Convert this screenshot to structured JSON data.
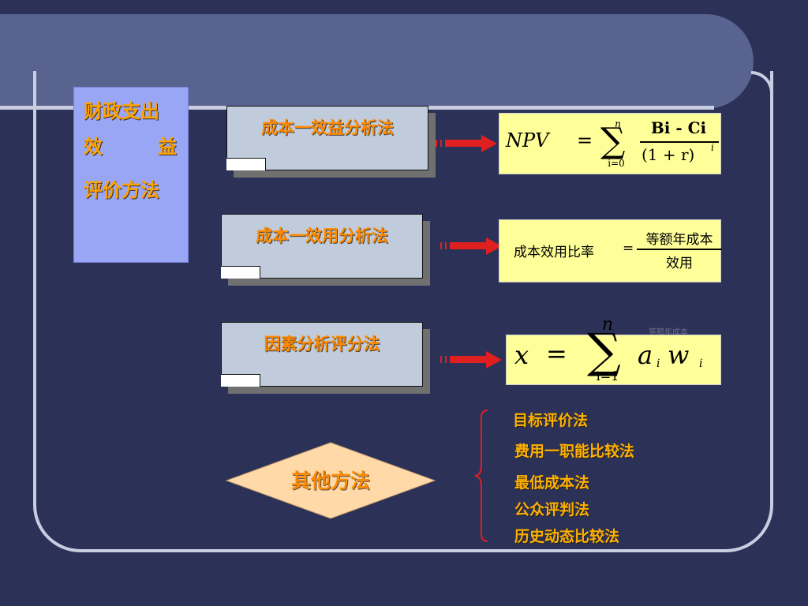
{
  "title": {
    "line1": "财政支出",
    "line2_left": "效",
    "line2_right": "益",
    "line3": "评价方法"
  },
  "methods": [
    {
      "label": "成本一效益分析法"
    },
    {
      "label": "成本一效用分析法"
    },
    {
      "label": "因素分析评分法"
    }
  ],
  "formulas": {
    "npv": {
      "lhs": "NPV",
      "eq": "=",
      "sum_upper": "n",
      "sum_lower": "i=0",
      "numerator": "Bi - Ci",
      "denominator": "(1 + r)",
      "exponent": "i"
    },
    "cost_utility": {
      "lhs": "成本效用比率",
      "eq": "=",
      "numerator": "等额年成本",
      "denominator": "效用"
    },
    "factor": {
      "lhs": "x",
      "eq": "=",
      "sum_upper": "n",
      "sum_lower": "i=1",
      "term_a": "a",
      "term_a_sub": "i",
      "term_w": "w",
      "term_w_sub": "i"
    },
    "faint_text": "等额年成本"
  },
  "other": {
    "label": "其他方法",
    "items": [
      "目标评价法",
      "费用一职能比较法",
      "最低成本法",
      "公众评判法",
      "历史动态比较法"
    ]
  },
  "colors": {
    "background": "#2b3157",
    "banner": "#58638f",
    "title_box": "#99a5f5",
    "accent_text": "#ff8a00",
    "arrow": "#e02020",
    "formula_box": "#ffff99",
    "diamond": "#ffd9a8"
  }
}
